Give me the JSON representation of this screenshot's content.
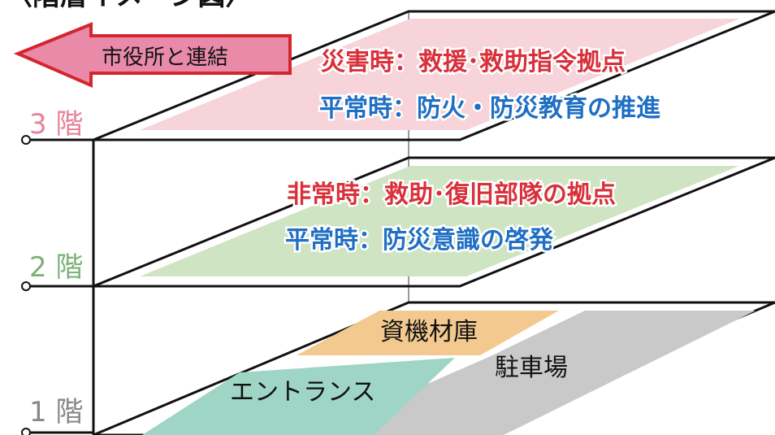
{
  "title": "〈階層イメージ図〉",
  "arrow": {
    "label": "市役所と連結"
  },
  "floors": [
    {
      "label": "3 階",
      "color": "#e8829c",
      "plate_color": "#f7d3da",
      "lines": [
        {
          "text": "災害時：救援･救助指令拠点",
          "style": "red"
        },
        {
          "text": "平常時：防火・防災教育の推進",
          "style": "blue"
        }
      ]
    },
    {
      "label": "2 階",
      "color": "#7fb07a",
      "plate_color": "#cfe4c3",
      "lines": [
        {
          "text": "非常時：救助･復旧部隊の拠点",
          "style": "red"
        },
        {
          "text": "平常時：防災意識の啓発",
          "style": "blue"
        }
      ]
    },
    {
      "label": "1 階",
      "color": "#888888",
      "zones": [
        {
          "name": "資機材庫",
          "color": "#f3c98f"
        },
        {
          "name": "駐車場",
          "color": "#c9c9c9"
        },
        {
          "name": "エントランス",
          "color": "#9fd5c5"
        }
      ]
    }
  ],
  "colors": {
    "arrow_fill": "#e98aa9",
    "arrow_stroke": "#d3262e",
    "line": "#111111"
  }
}
